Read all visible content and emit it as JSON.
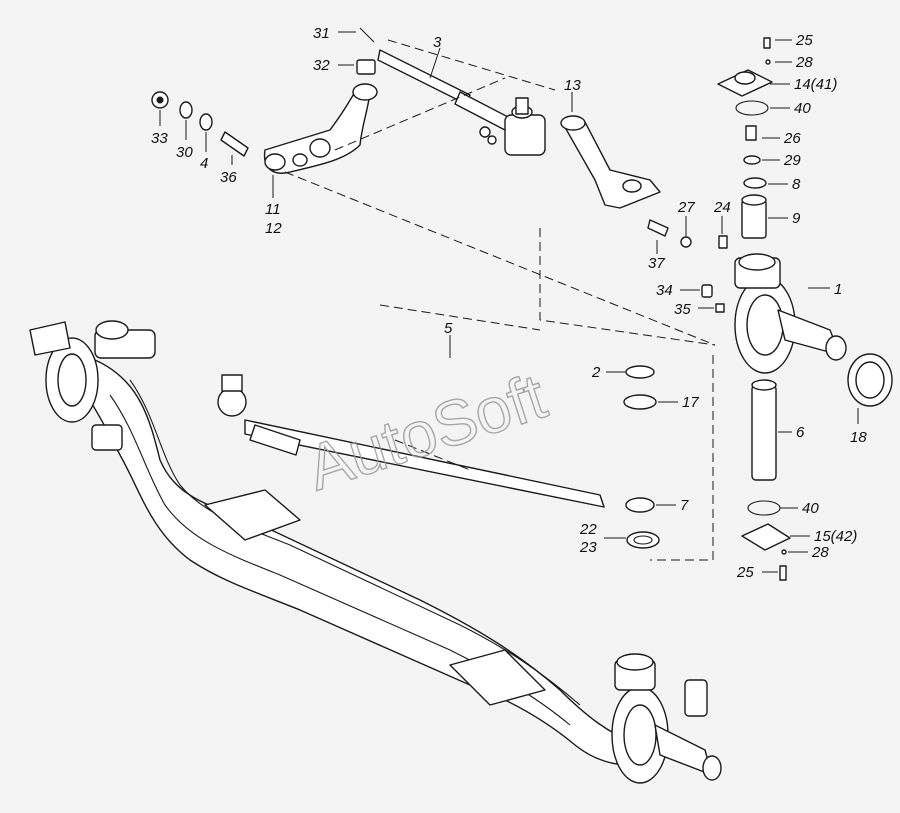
{
  "watermark": "AutoSoft",
  "callouts": [
    "31",
    "3",
    "32",
    "13",
    "25",
    "28",
    "14(41)",
    "40",
    "26",
    "29",
    "8",
    "9",
    "33",
    "30",
    "4",
    "36",
    "11",
    "12",
    "27",
    "24",
    "37",
    "34",
    "35",
    "1",
    "5",
    "2",
    "17",
    "6",
    "18",
    "7",
    "40",
    "22",
    "23",
    "15(42)",
    "28",
    "25"
  ]
}
